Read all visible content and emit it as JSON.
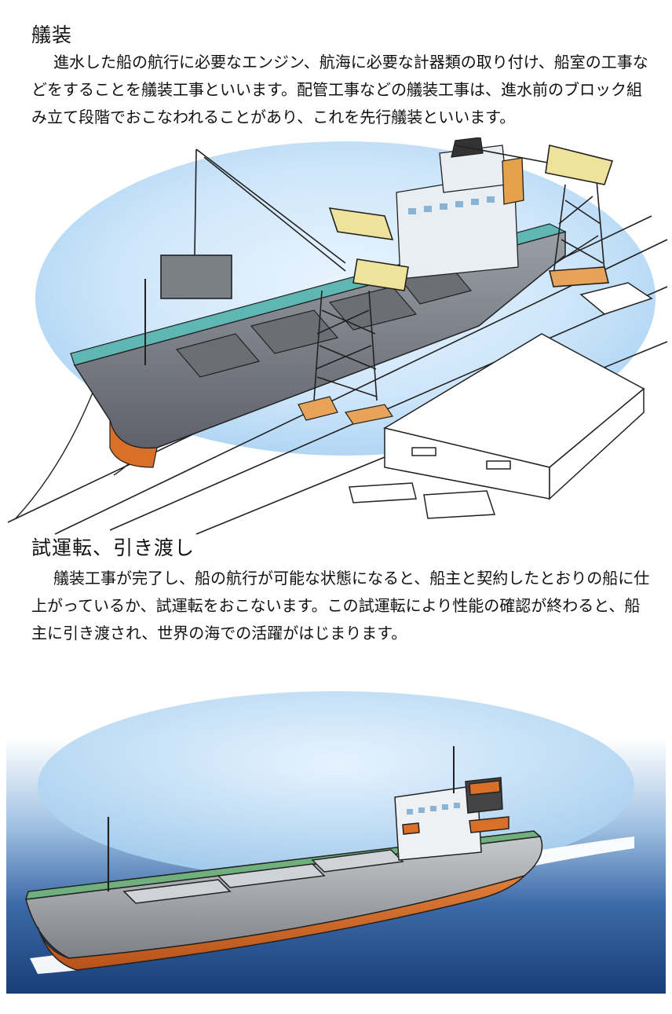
{
  "section1": {
    "heading": "艤装",
    "paragraph": "進水した船の航行に必要なエンジン、航海に必要な計器類の取り付け、船室の工事などをすることを艤装工事といいます。配管工事などの艤装工事は、進水前のブロック組み立て段階でおこなわれることがあり、これを先行艤装といいます。"
  },
  "section2": {
    "heading": "試運転、引き渡し",
    "paragraph": "艤装工事が完了し、船の航行が可能な状態になると、船主と契約したとおりの船に仕上がっているか、試運転をおこないます。この試運転により性能の確認が終わると、船主に引き渡され、世界の海での活躍がはじまります。"
  },
  "colors": {
    "sky_light": "#dcefff",
    "sky_blue": "#a9d2f2",
    "sea_deep": "#1f4f8c",
    "deck_teal": "#5fb7b3",
    "hull_gray": "#8f9399",
    "hull_bottom": "#d9702a",
    "crane_yellow": "#efe39b",
    "deck_green": "#6fb07e"
  },
  "icons": {
    "illustration1": "ship-outfitting-illustration",
    "illustration2": "ship-sea-trial-illustration"
  }
}
